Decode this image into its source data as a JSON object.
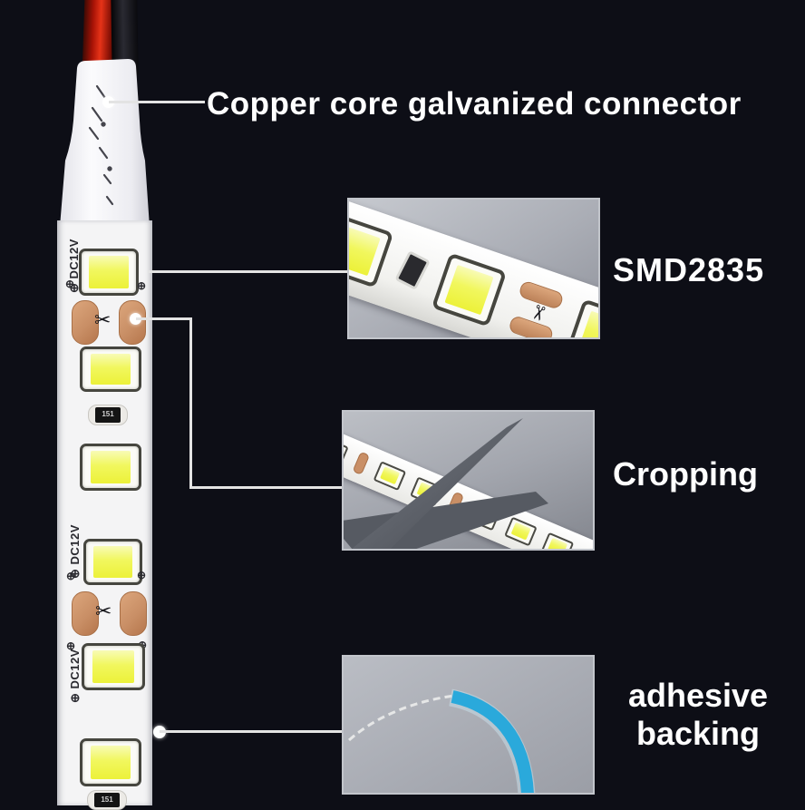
{
  "background_color": "#0d0e16",
  "annotations": {
    "connector_label": "Copper core galvanized connector",
    "smd_label": "SMD2835",
    "cropping_label": "Cropping",
    "adhesive_label_line1": "adhesive",
    "adhesive_label_line2": "backing"
  },
  "strip": {
    "voltage_marking": "DC12V",
    "polarity_icon": "⊕",
    "scissors_icon": "✂",
    "resistor_marking": "151"
  },
  "colors": {
    "text": "#ffffff",
    "leader_line": "#e3e3e3",
    "led_yellow": "#f1f75e",
    "solder_pad_copper": "#c98f66",
    "adhesive_tape_blue": "#2aa9db",
    "wire_red": "#d32414",
    "wire_black": "#141418",
    "inset_background": "#a9adb5"
  }
}
